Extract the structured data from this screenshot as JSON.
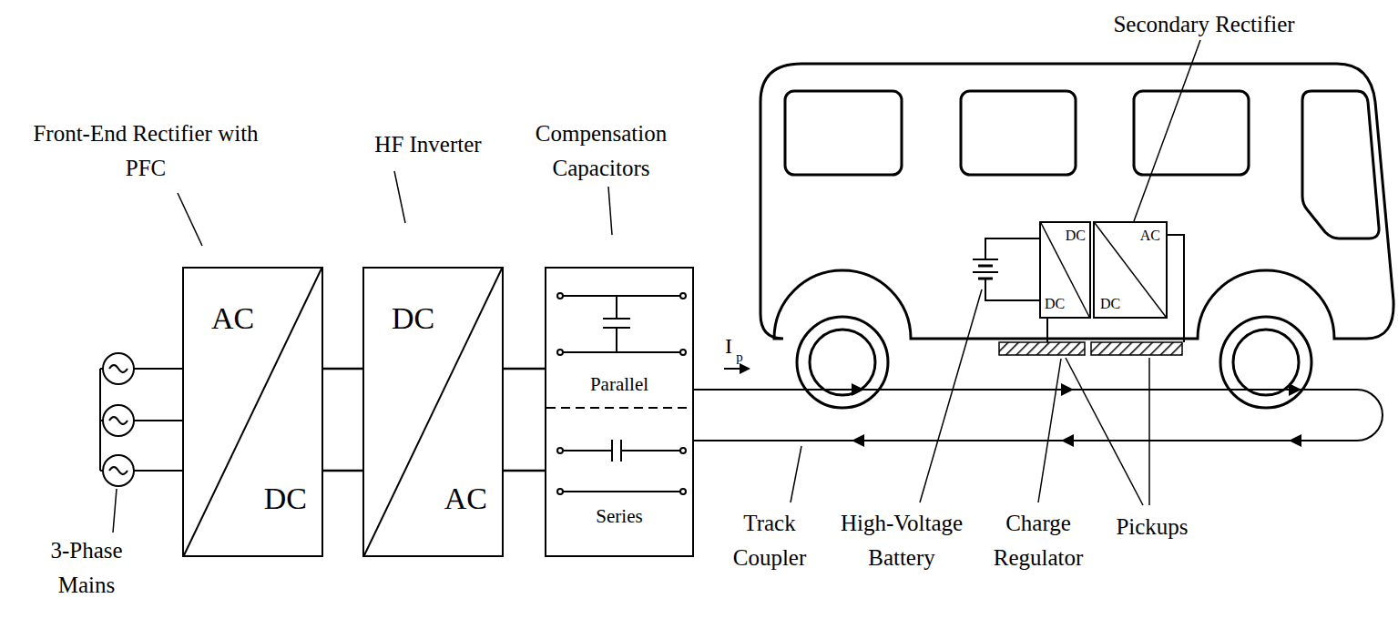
{
  "diagram": {
    "nodes": [
      {
        "text": [
          "AC",
          "DC"
        ]
      },
      {
        "text": [
          "DC",
          "AC"
        ]
      },
      {
        "text": [
          "Parallel",
          "Series"
        ]
      },
      {
        "text": [
          "DC",
          "DC"
        ]
      },
      {
        "text": [
          "AC",
          "DC"
        ]
      }
    ],
    "edges": [
      {
        "from": 0,
        "to": 1,
        "arrow": "none"
      },
      {
        "from": 0,
        "to": 1,
        "arrow": "none"
      },
      {
        "from": 1,
        "to": 2,
        "arrow": "none"
      },
      {
        "from": 1,
        "to": 2,
        "arrow": "none"
      }
    ],
    "labels": [
      "Front-End Rectifier with PFC",
      "HF Inverter",
      "Compensation Capacitors",
      "Secondary Rectifier",
      "I",
      "p",
      "3-Phase Mains",
      "Track Coupler",
      "High-Voltage Battery",
      "Charge Regulator",
      "Pickups"
    ]
  }
}
